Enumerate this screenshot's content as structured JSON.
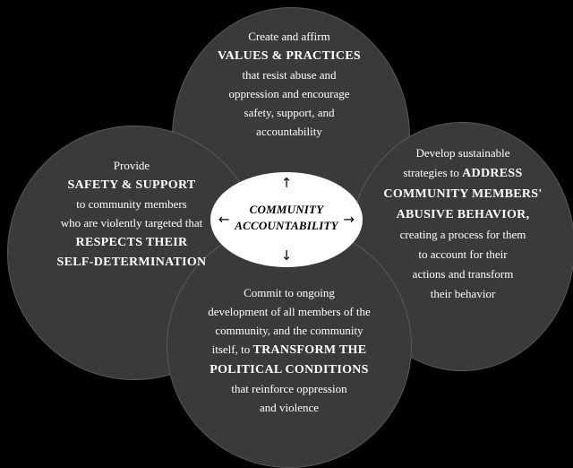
{
  "colors": {
    "background": "#000000",
    "circle_fill": "#3a3a3a",
    "circle_text": "#ffffff",
    "ellipse_fill": "#ffffff",
    "ellipse_text": "#000000"
  },
  "center": {
    "line1": "COMMUNITY",
    "line2": "ACCOUNTABILITY",
    "arrows": {
      "up": "↑",
      "down": "↓",
      "left": "←",
      "right": "→"
    }
  },
  "circles": {
    "top": {
      "lines": [
        [
          {
            "t": "Create and affirm"
          }
        ],
        [
          {
            "t": "VALUES & PRACTICES",
            "b": true
          }
        ],
        [
          {
            "t": "that resist abuse and"
          }
        ],
        [
          {
            "t": "oppression and encourage"
          }
        ],
        [
          {
            "t": "safety, support, and"
          }
        ],
        [
          {
            "t": "accountability"
          }
        ]
      ]
    },
    "left": {
      "lines": [
        [
          {
            "t": "Provide"
          }
        ],
        [
          {
            "t": "SAFETY & SUPPORT",
            "b": true
          }
        ],
        [
          {
            "t": "to community members"
          }
        ],
        [
          {
            "t": "who are violently targeted that"
          }
        ],
        [
          {
            "t": "RESPECTS THEIR",
            "b": true
          }
        ],
        [
          {
            "t": "SELF-DETERMINATION",
            "b": true
          }
        ]
      ]
    },
    "right": {
      "lines": [
        [
          {
            "t": "Develop sustainable"
          }
        ],
        [
          {
            "t": "strategies to "
          },
          {
            "t": "ADDRESS",
            "b": true
          }
        ],
        [
          {
            "t": "COMMUNITY MEMBERS'",
            "b": true
          }
        ],
        [
          {
            "t": "ABUSIVE BEHAVIOR,",
            "b": true
          }
        ],
        [
          {
            "t": "creating a process for them"
          }
        ],
        [
          {
            "t": "to account for their"
          }
        ],
        [
          {
            "t": "actions and transform"
          }
        ],
        [
          {
            "t": "their behavior"
          }
        ]
      ]
    },
    "bottom": {
      "lines": [
        [
          {
            "t": "Commit to ongoing"
          }
        ],
        [
          {
            "t": "development of all members of the"
          }
        ],
        [
          {
            "t": "community, and the community"
          }
        ],
        [
          {
            "t": "itself, to "
          },
          {
            "t": "TRANSFORM THE",
            "b": true
          }
        ],
        [
          {
            "t": "POLITICAL CONDITIONS",
            "b": true
          }
        ],
        [
          {
            "t": "that reinforce oppression"
          }
        ],
        [
          {
            "t": "and violence"
          }
        ]
      ]
    }
  }
}
